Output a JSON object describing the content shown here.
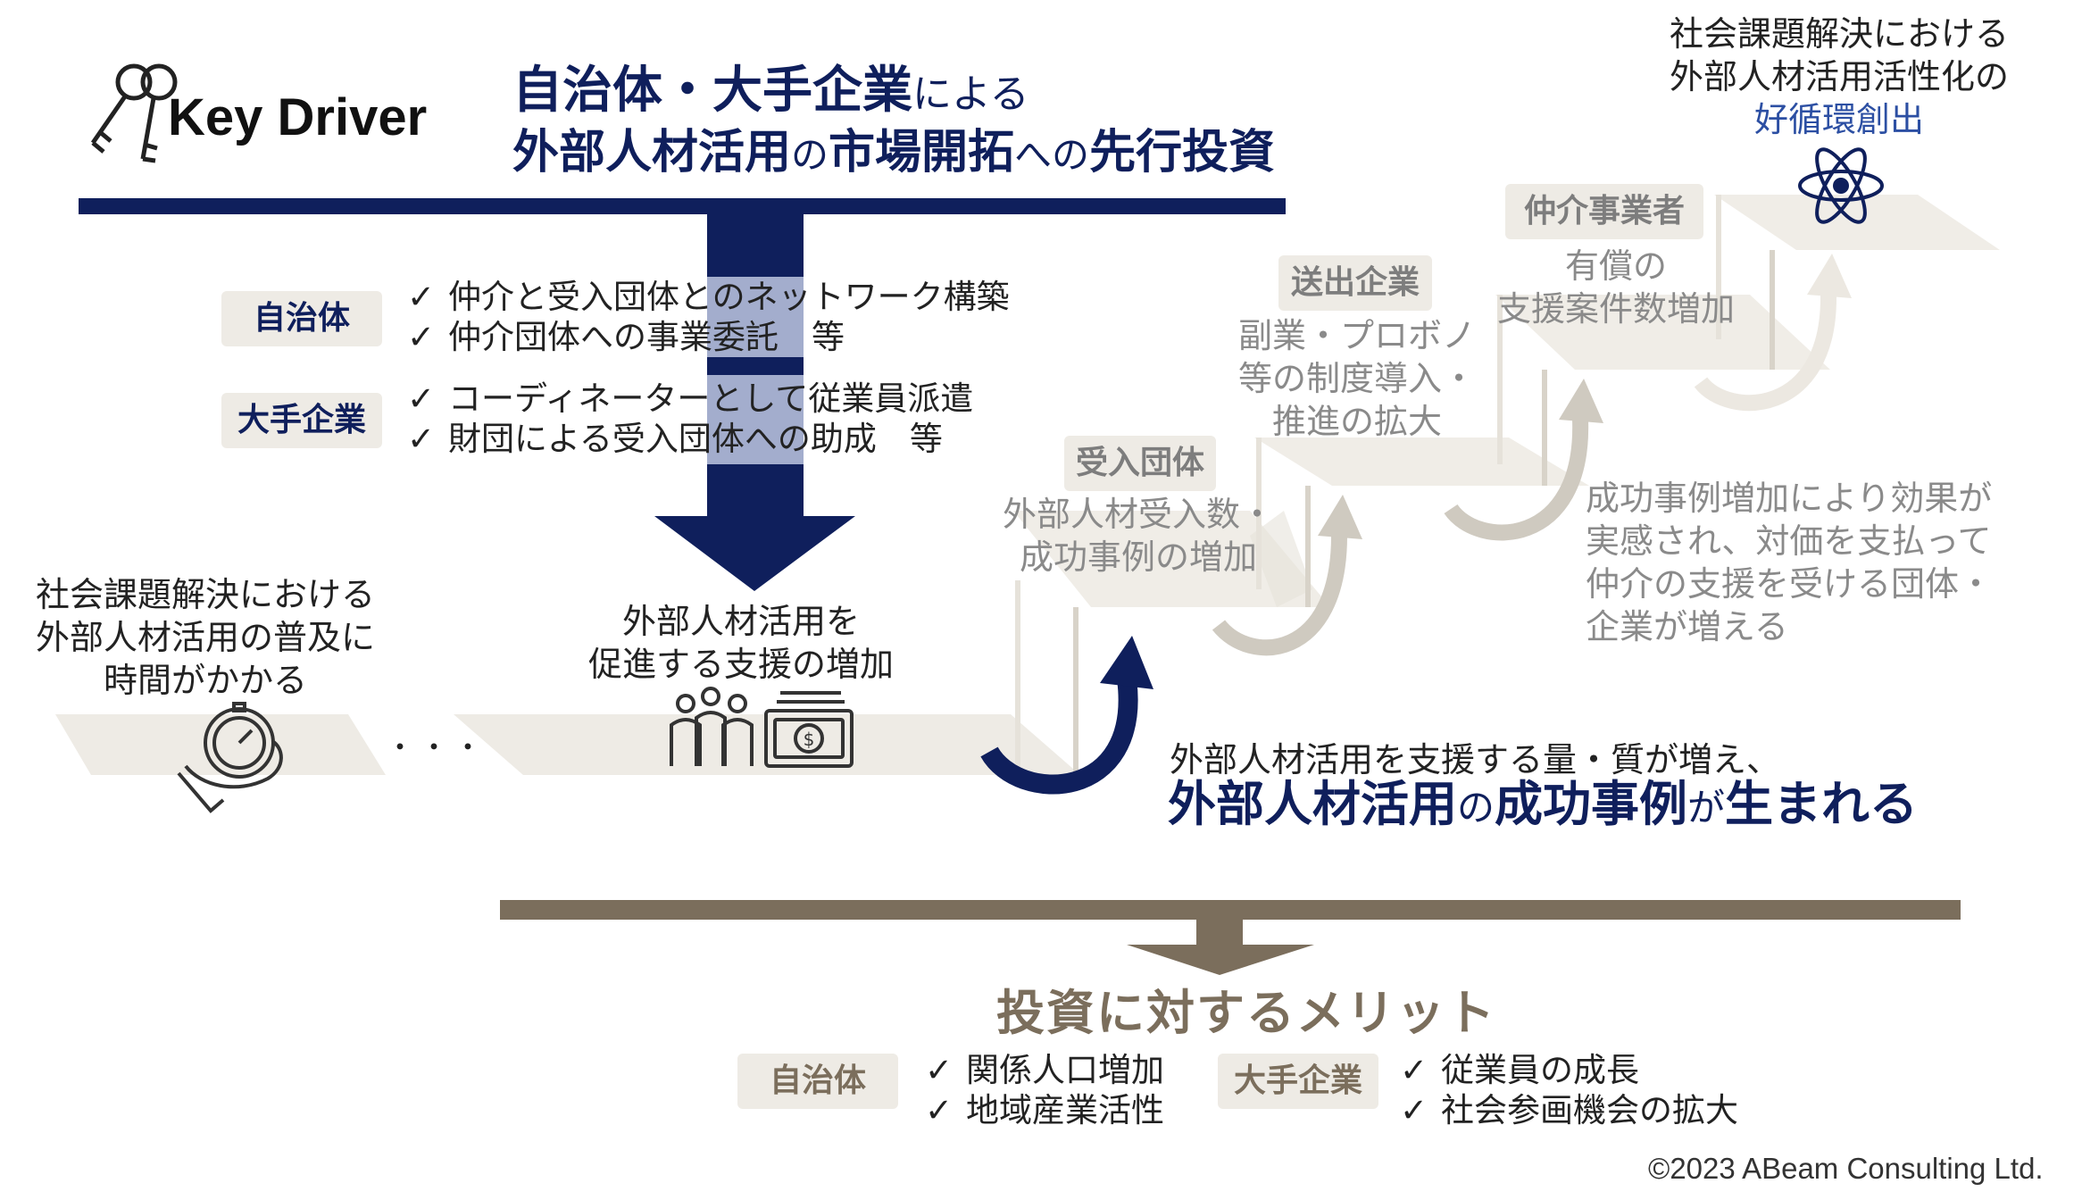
{
  "header": {
    "key_driver_label": "Key Driver",
    "title_line1_bold": "自治体・大手企業",
    "title_line1_rest": "による",
    "title_line2_a": "外部人材活用",
    "title_line2_b": "の",
    "title_line2_c": "市場開拓",
    "title_line2_d": "への",
    "title_line2_e": "先行投資"
  },
  "investments": [
    {
      "label": "自治体",
      "items": [
        "仲介と受入団体とのネットワーク構築",
        "仲介団体への事業委託　等"
      ]
    },
    {
      "label": "大手企業",
      "items": [
        "コーディネーターとして従業員派遣",
        "財団による受入団体への助成　等"
      ]
    }
  ],
  "check_mark": "✓",
  "left_issue": {
    "lines": [
      "社会課題解決における",
      "外部人材活用の普及に",
      "時間がかかる"
    ]
  },
  "ellipsis": "・・・",
  "support_increase": {
    "lines": [
      "外部人材活用を",
      "促進する支援の増加"
    ]
  },
  "steps": [
    {
      "label": "受入団体",
      "lines": [
        "外部人材受入数・",
        "成功事例の増加"
      ]
    },
    {
      "label": "送出企業",
      "lines": [
        "副業・プロボノ",
        "等の制度導入・",
        "推進の拡大"
      ]
    },
    {
      "label": "仲介事業者",
      "lines": [
        "有償の",
        "支援案件数増加"
      ]
    }
  ],
  "right_effect": {
    "lines": [
      "成功事例増加により効果が",
      "実感され、対価を支払って",
      "仲介の支援を受ける団体・",
      "企業が増える"
    ]
  },
  "top_goal": {
    "lines": [
      "社会課題解決における",
      "外部人材活用活性化の"
    ],
    "highlight": "好循環創出"
  },
  "success": {
    "line1": "外部人材活用を支援する量・質が増え、",
    "line2_a": "外部人材活用",
    "line2_b": "の",
    "line2_c": "成功事例",
    "line2_d": "が",
    "line2_e": "生まれる"
  },
  "merit": {
    "title": "投資に対するメリット",
    "groups": [
      {
        "label": "自治体",
        "items": [
          "関係人口増加",
          "地域産業活性"
        ]
      },
      {
        "label": "大手企業",
        "items": [
          "従業員の成長",
          "社会参画機会の拡大"
        ]
      }
    ]
  },
  "copyright": "©2023 ABeam Consulting Ltd.",
  "colors": {
    "navy": "#0f1f5c",
    "beige": "#eeebe5",
    "brown": "#7b6e5c",
    "gray_text": "#8a8a8a",
    "light_blue": "#b4bdd9"
  }
}
